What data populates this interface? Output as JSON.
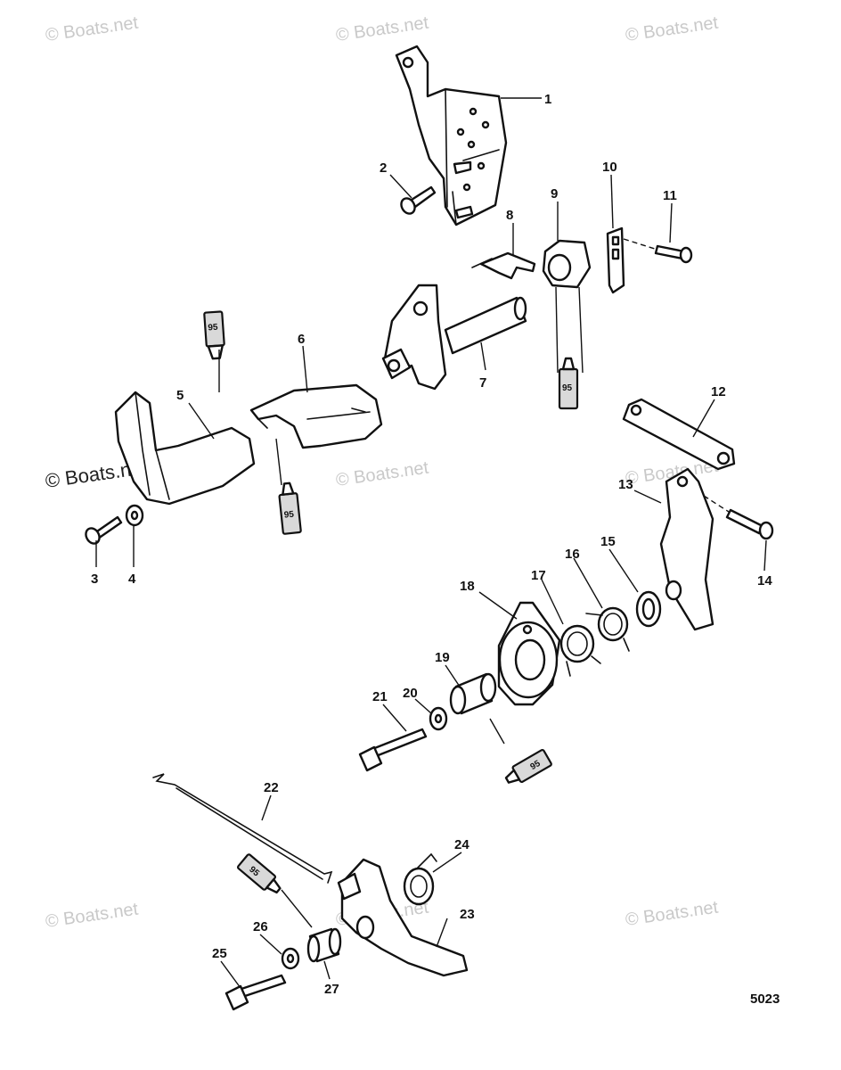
{
  "watermark": "© Boats.net",
  "diagram_code": "5023",
  "sealant_label": "95",
  "callouts": [
    "1",
    "2",
    "3",
    "4",
    "5",
    "6",
    "7",
    "8",
    "9",
    "10",
    "11",
    "12",
    "13",
    "14",
    "15",
    "16",
    "17",
    "18",
    "19",
    "20",
    "21",
    "22",
    "23",
    "24",
    "25",
    "26",
    "27"
  ]
}
